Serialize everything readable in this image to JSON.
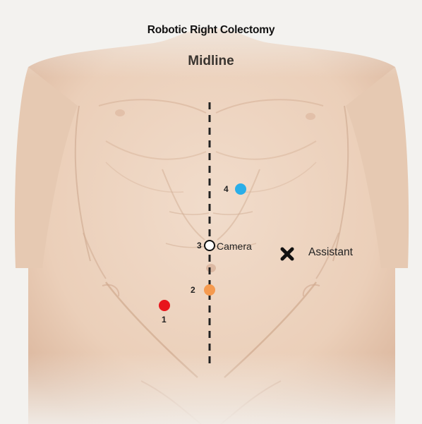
{
  "title": "Robotic Right Colectomy",
  "midline_label": "Midline",
  "ports": [
    {
      "number": "1",
      "color": "#e8141b"
    },
    {
      "number": "2",
      "color": "#f59a4f"
    },
    {
      "number": "3",
      "color": "#ffffff",
      "label": "Camera"
    },
    {
      "number": "4",
      "color": "#2aaee8"
    }
  ],
  "assistant": {
    "label": "Assistant",
    "icon": "x-mark-icon",
    "color": "#111111"
  },
  "colors": {
    "skin": "#ecd2bd",
    "skin_shadow": "#d9b59c",
    "background": "#f3f2ef",
    "midline": "#222222"
  }
}
